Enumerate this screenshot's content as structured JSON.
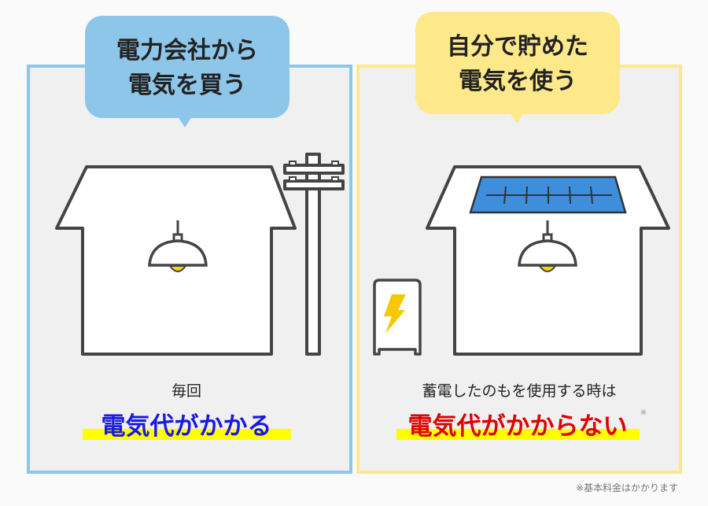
{
  "colors": {
    "left_accent": "#8ec6ea",
    "right_accent": "#fde98a",
    "panel_bg": "#f0f0f0",
    "blue_text": "#1a1ae0",
    "red_text": "#e00000",
    "highlight": "#ffff00",
    "bolt": "#f7c800",
    "solar": "#3d8fdc"
  },
  "left": {
    "bubble_line1": "電力会社から",
    "bubble_line2": "電気を買う",
    "caption": "毎回",
    "headline": "電気代がかかる"
  },
  "right": {
    "bubble_line1": "自分で貯めた",
    "bubble_line2": "電気を使う",
    "caption": "蓄電したのもを使用する時は",
    "headline": "電気代がかからない",
    "mark": "※"
  },
  "footnote": "※基本料金はかかります"
}
